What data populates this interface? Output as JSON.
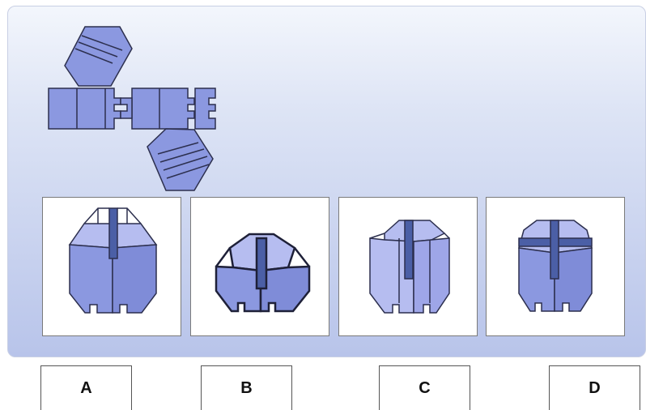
{
  "colors": {
    "face": "#8b98e0",
    "face_light": "#b6bdf0",
    "face_dark": "#6c79c8",
    "slot": "#4b5fa6",
    "outline": "#2c2f4e"
  },
  "options": [
    {
      "label": "A"
    },
    {
      "label": "B"
    },
    {
      "label": "C"
    },
    {
      "label": "D"
    }
  ]
}
